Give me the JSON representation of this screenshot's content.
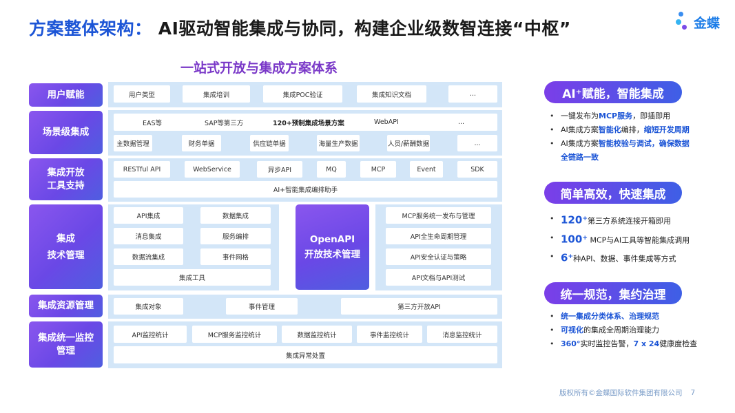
{
  "title": {
    "part1": "方案整体架构：",
    "part2": "AI驱动智能集成与协同，构建企业级数智连接“中枢”"
  },
  "logo": {
    "text": "金蝶"
  },
  "subtitle": "一站式开放与集成方案体系",
  "rows": {
    "user": {
      "label": "用户赋能",
      "cells": [
        "用户类型",
        "集成培训",
        "集成POC验证",
        "集成知识文档",
        "..."
      ]
    },
    "scene": {
      "label": "场景级集成",
      "line1": [
        "EAS等",
        "SAP等第三方",
        "120+预制集成场景方案",
        "WebAPI",
        "..."
      ],
      "line2": [
        "主数据管理",
        "财务单据",
        "供应链单据",
        "海量生产数据",
        "人员/薪酬数据",
        "..."
      ]
    },
    "tools": {
      "label_l1": "集成开放",
      "label_l2": "工具支持",
      "cells": [
        "RESTful API",
        "WebService",
        "异步API",
        "MQ",
        "MCP",
        "Event",
        "SDK"
      ],
      "wide": "AI+智能集成编排助手"
    },
    "tech": {
      "label_l1": "集成",
      "label_l2": "技术管理",
      "left": [
        "API集成",
        "数据集成",
        "消息集成",
        "服务编排",
        "数据流集成",
        "事件网格"
      ],
      "left_wide": "集成工具",
      "openapi_l1": "OpenAPI",
      "openapi_l2": "开放技术管理",
      "right": [
        "MCP服务统一发布与管理",
        "API全生命周期管理",
        "API安全认证与策略",
        "API文档与API测试"
      ]
    },
    "resource": {
      "label": "集成资源管理",
      "cells": [
        "集成对象",
        "事件管理",
        "第三方开放API"
      ]
    },
    "monitor": {
      "label_l1": "集成统一监控",
      "label_l2": "管理",
      "cells": [
        "API监控统计",
        "MCP服务监控统计",
        "数据监控统计",
        "事件监控统计",
        "消息监控统计"
      ],
      "wide": "集成异常处置"
    }
  },
  "right_panel": {
    "sec1": {
      "title": "AI⁺赋能，智能集成",
      "b1": {
        "a": "一键发布为",
        "hl": "MCP服务",
        "b": "，即插即用"
      },
      "b2": {
        "a": "AI集成方案",
        "hl": "智能化",
        "b": "编排，",
        "hl2": "缩短开发周期"
      },
      "b3": {
        "a": "AI集成方案",
        "hl": "智能校验与调试，确保数据",
        "cont": "全链路一致"
      }
    },
    "sec2": {
      "title": "简单高效，快速集成",
      "b1": {
        "num": "120",
        "sup": "+",
        "text": "第三方系统连接开箱即用"
      },
      "b2": {
        "num": "100",
        "sup": "+",
        "text": " MCP与AI工具等智能集成调用"
      },
      "b3": {
        "num": "6",
        "sup": "+",
        "text": "种API、数据、事件集成等方式"
      }
    },
    "sec3": {
      "title": "统一规范，集约治理",
      "b1": {
        "hl": "统一集成分类体系、治理规范"
      },
      "b2": {
        "hl": "可视化",
        "text": "的集成全周期治理能力"
      },
      "b3": {
        "hl": "360°",
        "text": "实时监控告警，",
        "hl2": "7 x 24",
        "text2": "健康度检查"
      }
    }
  },
  "footer": {
    "copyright": "版权所有©金蝶国际软件集团有限公司",
    "page": "7"
  },
  "colors": {
    "primary_blue": "#1c55d6",
    "purple": "#7a38c8",
    "row_bg": "#d3e6f8"
  }
}
